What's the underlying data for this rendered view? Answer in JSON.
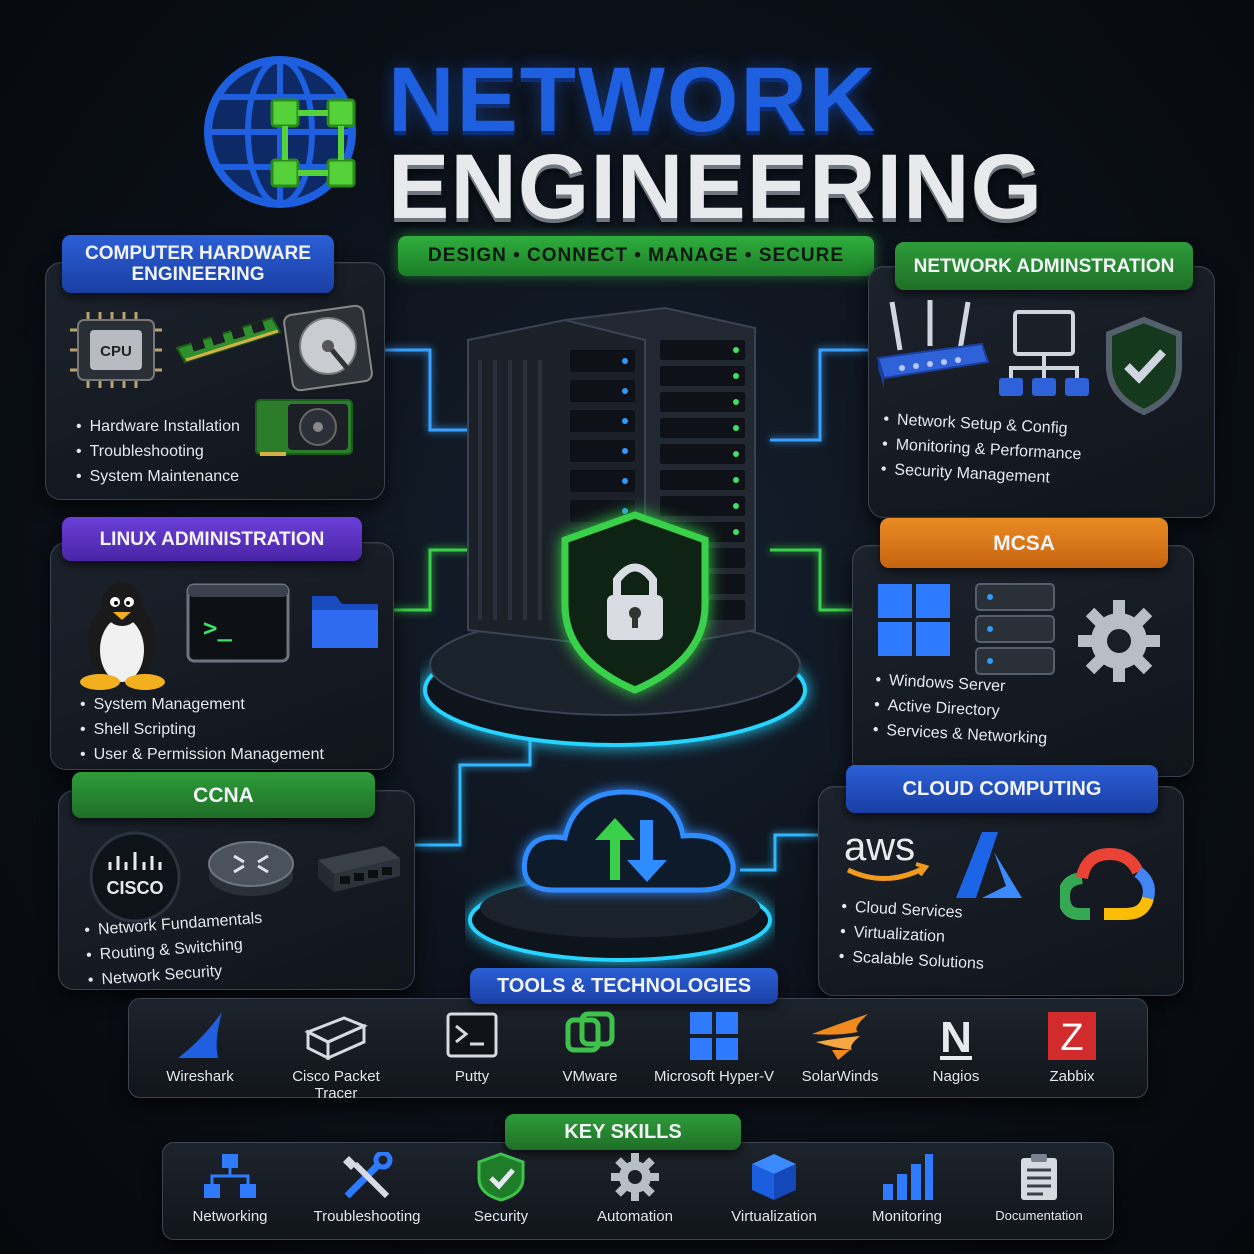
{
  "header": {
    "title_line1": "NETWORK",
    "title_line2": "ENGINEERING",
    "tagline": "DESIGN • CONNECT • MANAGE • SECURE"
  },
  "panels": {
    "hardware": {
      "title": "COMPUTER HARDWARE ENGINEERING",
      "icon_label": "CPU",
      "bullets": [
        "Hardware Installation",
        "Troubleshooting",
        "System Maintenance"
      ]
    },
    "linux": {
      "title": "LINUX ADMINISTRATION",
      "terminal_prompt": ">_",
      "bullets": [
        "System Management",
        "Shell Scripting",
        "User & Permission Management"
      ]
    },
    "ccna": {
      "title": "CCNA",
      "logo_text": "CISCO",
      "bullets": [
        "Network Fundamentals",
        "Routing & Switching",
        "Network Security"
      ]
    },
    "netadmin": {
      "title": "NETWORK ADMINSTRATION",
      "bullets": [
        "Network Setup & Config",
        "Monitoring & Performance",
        "Security Management"
      ]
    },
    "mcsa": {
      "title": "MCSA",
      "bullets": [
        "Windows Server",
        "Active Directory",
        "Services & Networking"
      ]
    },
    "cloud": {
      "title": "CLOUD COMPUTING",
      "aws_text": "aws",
      "bullets": [
        "Cloud Services",
        "Virtualization",
        "Scalable Solutions"
      ]
    }
  },
  "tools": {
    "title": "TOOLS & TECHNOLOGIES",
    "items": [
      "Wireshark",
      "Cisco Packet Tracer",
      "Putty",
      "VMware",
      "Microsoft Hyper-V",
      "SolarWinds",
      "Nagios",
      "Zabbix"
    ],
    "nagios_letter": "N",
    "zabbix_letter": "Z"
  },
  "skills": {
    "title": "KEY SKILLS",
    "items": [
      "Networking",
      "Troubleshooting",
      "Security",
      "Automation",
      "Virtualization",
      "Monitoring",
      "Documentation"
    ]
  },
  "colors": {
    "blue": "#1e5fe0",
    "green": "#2fae3c",
    "purple": "#6b3fd8",
    "orange": "#ea8a22",
    "cyan_glow": "#2fb8ff"
  }
}
